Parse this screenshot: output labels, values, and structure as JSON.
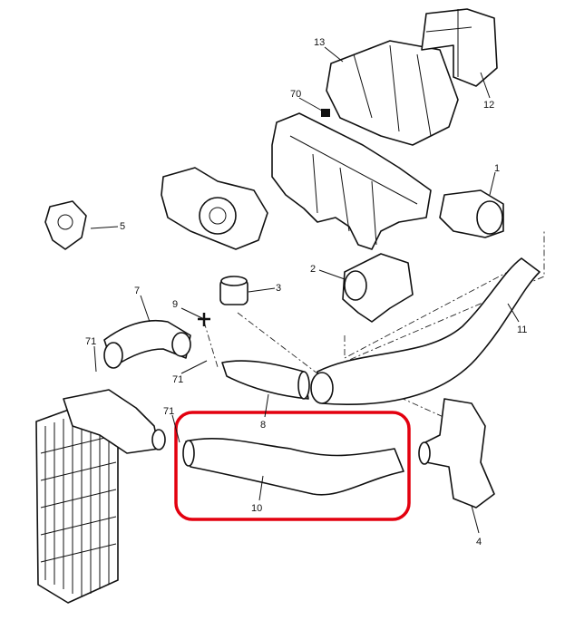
{
  "diagram": {
    "highlight_color": "#e3000f",
    "highlighted_part": "10",
    "callouts": {
      "c13": "13",
      "c12": "12",
      "c70": "70",
      "c1": "1",
      "c5": "5",
      "c2": "2",
      "c3": "3",
      "c7": "7",
      "c9": "9",
      "c71a": "71",
      "c71b": "71",
      "c71c": "71",
      "c11": "11",
      "c8": "8",
      "c10": "10",
      "c4": "4"
    }
  }
}
